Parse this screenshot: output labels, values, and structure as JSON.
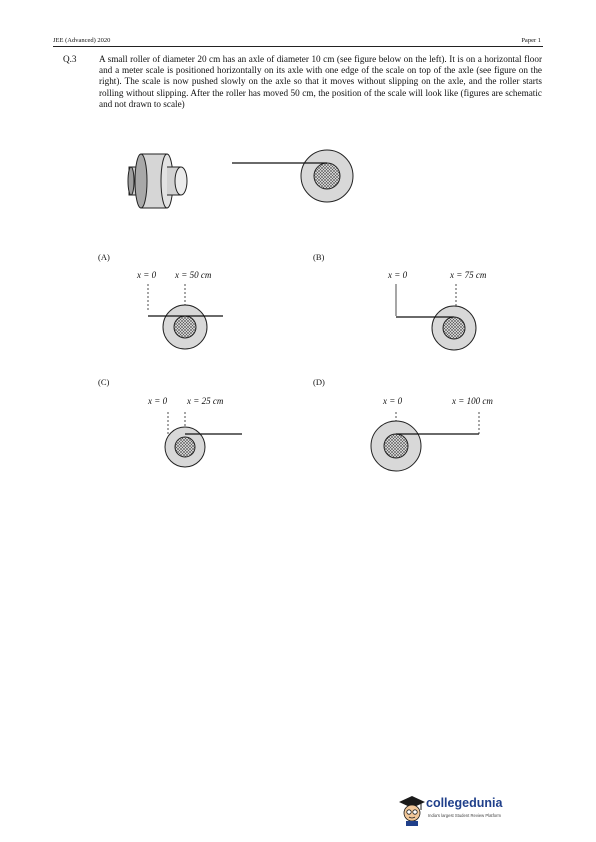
{
  "header": {
    "left": "JEE (Advanced) 2020",
    "right": "Paper 1"
  },
  "question": {
    "number": "Q.3",
    "text": "A small roller of diameter 20 cm has an axle of diameter 10 cm (see figure below on the left). It is on a horizontal floor and a meter scale is positioned horizontally on its axle with one edge of the scale on top of the axle (see figure on the right). The scale is now pushed slowly on the axle so that it moves without slipping on the axle, and the roller starts rolling without slipping. After the roller has moved 50 cm, the position of the scale will look like (figures are schematic and not drawn to scale)"
  },
  "options": [
    {
      "label": "(A)",
      "x0": "x = 0",
      "x1": "x = 50 cm"
    },
    {
      "label": "(B)",
      "x0": "x = 0",
      "x1": "x = 75 cm"
    },
    {
      "label": "(C)",
      "x0": "x = 0",
      "x1": "x = 25 cm"
    },
    {
      "label": "(D)",
      "x0": "x = 0",
      "x1": "x = 100 cm"
    }
  ],
  "watermark": {
    "brand": "collegedunia",
    "tagline": "India's largest Student Review Platform"
  },
  "colors": {
    "roller_fill": "#d8d8d8",
    "axle_fill": "#bdbdbd",
    "stroke": "#222222",
    "brand": "#1f3f8a"
  }
}
